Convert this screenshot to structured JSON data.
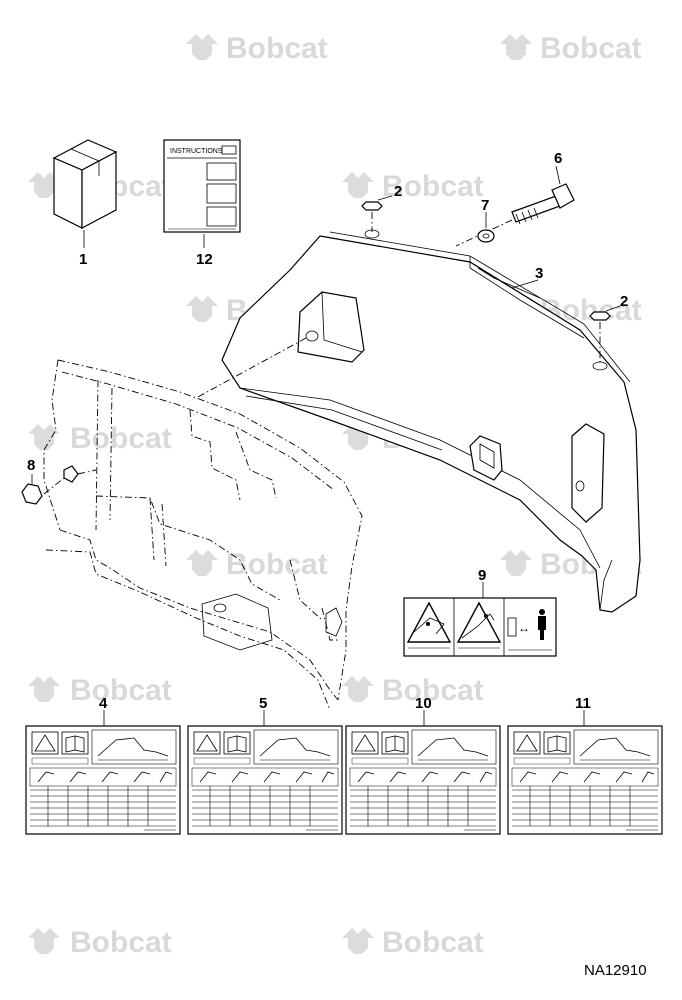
{
  "watermark": {
    "brand": "Bobcat"
  },
  "callouts": {
    "c1": "1",
    "c2a": "2",
    "c2b": "2",
    "c3": "3",
    "c4": "4",
    "c5": "5",
    "c6": "6",
    "c7": "7",
    "c8": "8",
    "c9": "9",
    "c10": "10",
    "c11": "11",
    "c12": "12"
  },
  "instructions_sheet": {
    "title": "INSTRUCTIONS"
  },
  "drawing_id": "NA12910",
  "colors": {
    "line": "#000000",
    "watermark": "#d9d9d9",
    "background": "#ffffff"
  },
  "icons": [
    "box-icon",
    "instruction-sheet-icon",
    "screw-icon",
    "washer-icon",
    "nut-icon",
    "clip-icon",
    "warning-decal-icon",
    "capacity-decal-icon"
  ]
}
